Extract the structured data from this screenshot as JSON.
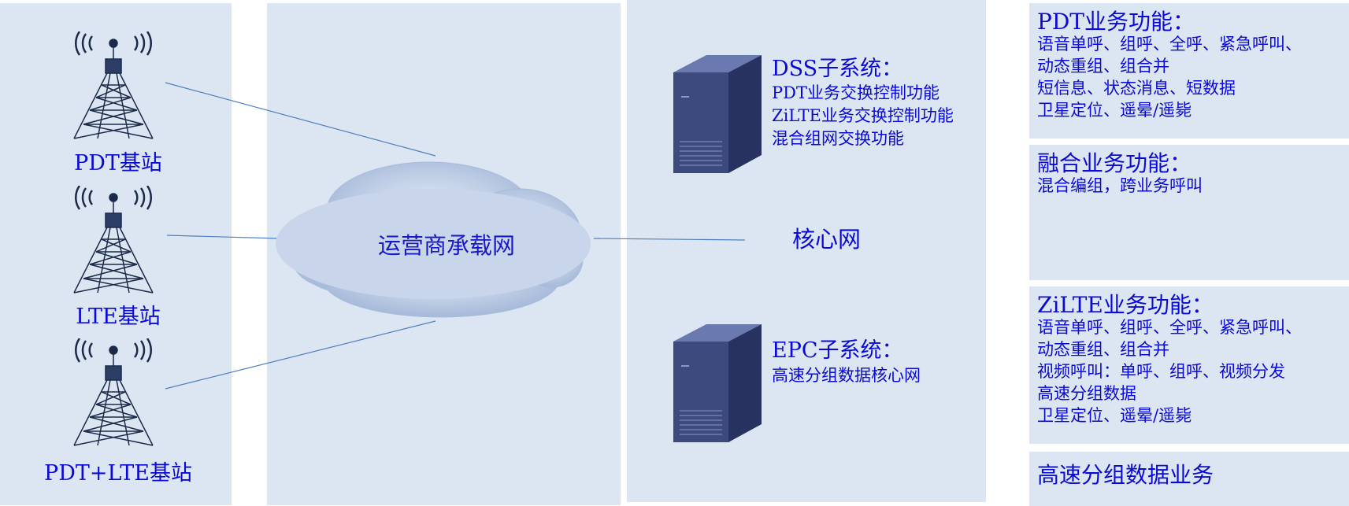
{
  "stations": [
    {
      "label": "PDT基站"
    },
    {
      "label": "LTE基站"
    },
    {
      "label": "PDT+LTE基站"
    }
  ],
  "cloud": {
    "label": "运营商承载网"
  },
  "core": {
    "label": "核心网",
    "dss": {
      "title": "DSS子系统：",
      "lines": [
        "PDT业务交换控制功能",
        "ZiLTE业务交换控制功能",
        "混合组网交换功能"
      ]
    },
    "epc": {
      "title": "EPC子系统：",
      "lines": [
        "高速分组数据核心网"
      ]
    }
  },
  "functions": {
    "pdt": {
      "title": "PDT业务功能：",
      "lines": [
        "语音单呼、组呼、全呼、紧急呼叫、",
        "动态重组、组合并",
        "短信息、状态消息、短数据",
        "卫星定位、遥晕/遥毙"
      ]
    },
    "fusion": {
      "title": "融合业务功能：",
      "lines": [
        "混合编组，跨业务呼叫"
      ]
    },
    "zilte": {
      "title": "ZiLTE业务功能：",
      "lines": [
        "语音单呼、组呼、全呼、紧急呼叫、",
        "动态重组、组合并",
        "视频呼叫：单呼、组呼、视频分发",
        "高速分组数据",
        "卫星定位、遥晕/遥毙"
      ]
    },
    "packet": {
      "title": "高速分组数据业务"
    }
  },
  "colors": {
    "panel": "#dce6f2",
    "text": "#0a0ad6",
    "server_front": "#3c4a7e",
    "server_side": "#283260",
    "server_top": "#6a79b0",
    "line": "#4f7fc0",
    "tower": "#1b2a4a"
  }
}
